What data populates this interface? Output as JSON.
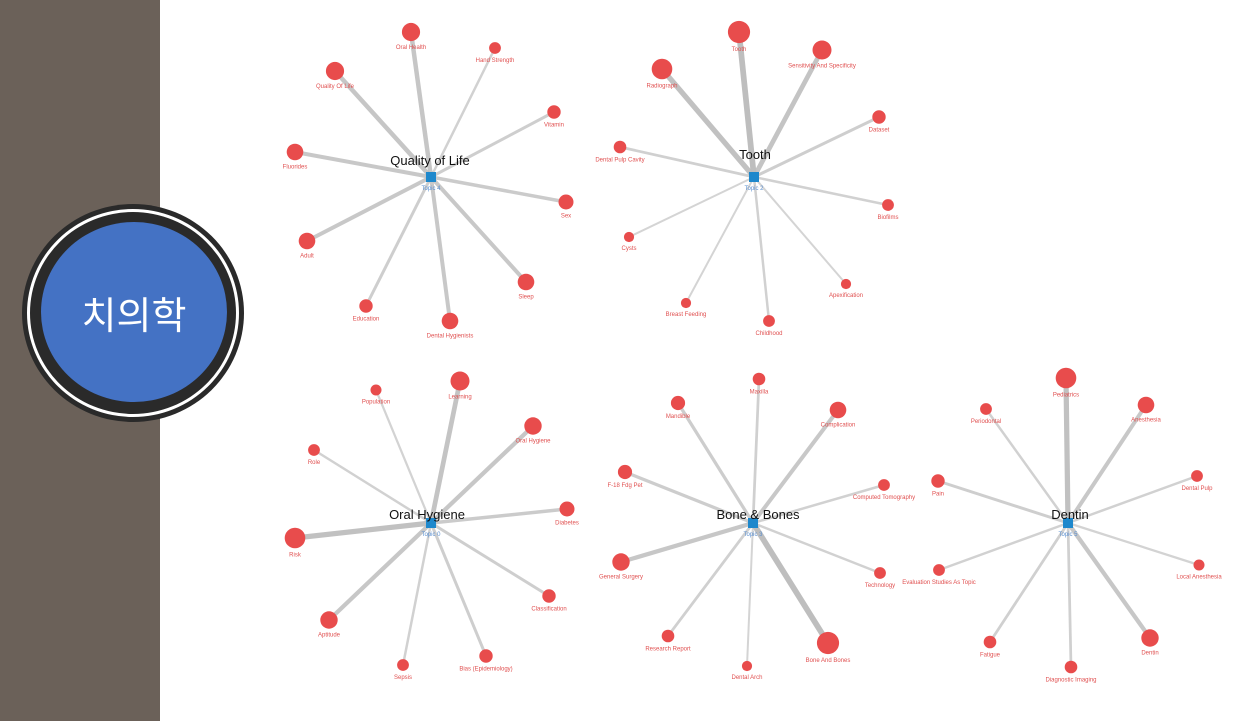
{
  "badge": {
    "label": "치의학"
  },
  "colors": {
    "sidebar": "#6b6159",
    "badge": "#4472c4",
    "node": "#e84c4c",
    "hub": "#1e88cc",
    "edge": "#bdbdbd",
    "node_label": "#e05050",
    "hub_sub": "#5a8fd0"
  },
  "topics": [
    {
      "title": "Quality of Life",
      "subtitle": "Topic 4",
      "terms": [
        {
          "label": "Oral Health",
          "weight": 0.7
        },
        {
          "label": "Hand Strength",
          "weight": 0.3
        },
        {
          "label": "Vitamin",
          "weight": 0.4
        },
        {
          "label": "Sex",
          "weight": 0.5
        },
        {
          "label": "Sleep",
          "weight": 0.6
        },
        {
          "label": "Dental Hygienists",
          "weight": 0.6
        },
        {
          "label": "Education",
          "weight": 0.4
        },
        {
          "label": "Adult",
          "weight": 0.6
        },
        {
          "label": "Fluorides",
          "weight": 0.6
        },
        {
          "label": "Quality Of Life",
          "weight": 0.7
        }
      ]
    },
    {
      "title": "Tooth",
      "subtitle": "Topic 2",
      "terms": [
        {
          "label": "Tooth",
          "weight": 0.95
        },
        {
          "label": "Sensitivity And Specificity",
          "weight": 0.75
        },
        {
          "label": "Dataset",
          "weight": 0.4
        },
        {
          "label": "Biofilms",
          "weight": 0.3
        },
        {
          "label": "Apexification",
          "weight": 0.2
        },
        {
          "label": "Childhood",
          "weight": 0.3
        },
        {
          "label": "Breast Feeding",
          "weight": 0.2
        },
        {
          "label": "Cysts",
          "weight": 0.2
        },
        {
          "label": "Dental Pulp Cavity",
          "weight": 0.35
        },
        {
          "label": "Radiograph",
          "weight": 0.85
        }
      ]
    },
    {
      "title": "Oral Hygiene",
      "subtitle": "Topic 0",
      "terms": [
        {
          "label": "Learning",
          "weight": 0.75
        },
        {
          "label": "Oral Hygiene",
          "weight": 0.65
        },
        {
          "label": "Diabetes",
          "weight": 0.5
        },
        {
          "label": "Classification",
          "weight": 0.4
        },
        {
          "label": "Bias (Epidemiology)",
          "weight": 0.4
        },
        {
          "label": "Sepsis",
          "weight": 0.3
        },
        {
          "label": "Aptitude",
          "weight": 0.65
        },
        {
          "label": "Risk",
          "weight": 0.85
        },
        {
          "label": "Role",
          "weight": 0.3
        },
        {
          "label": "Population",
          "weight": 0.25
        }
      ]
    },
    {
      "title": "Bone & Bones",
      "subtitle": "Topic 3",
      "terms": [
        {
          "label": "Maxilla",
          "weight": 0.35
        },
        {
          "label": "Complication",
          "weight": 0.6
        },
        {
          "label": "Computed Tomography",
          "weight": 0.3
        },
        {
          "label": "Technology",
          "weight": 0.3
        },
        {
          "label": "Bone And Bones",
          "weight": 0.95
        },
        {
          "label": "Dental Arch",
          "weight": 0.2
        },
        {
          "label": "Research Report",
          "weight": 0.35
        },
        {
          "label": "General Surgery",
          "weight": 0.65
        },
        {
          "label": "F-18 Fdg Pet",
          "weight": 0.45
        },
        {
          "label": "Mandible",
          "weight": 0.45
        }
      ]
    },
    {
      "title": "Dentin",
      "subtitle": "Topic 5",
      "terms": [
        {
          "label": "Pediatrics",
          "weight": 0.85
        },
        {
          "label": "Anesthesia",
          "weight": 0.6
        },
        {
          "label": "Dental Pulp",
          "weight": 0.3
        },
        {
          "label": "Local Anesthesia",
          "weight": 0.25
        },
        {
          "label": "Dentin",
          "weight": 0.65
        },
        {
          "label": "Diagnostic Imaging",
          "weight": 0.35
        },
        {
          "label": "Fatigue",
          "weight": 0.35
        },
        {
          "label": "Evaluation Studies As Topic",
          "weight": 0.3
        },
        {
          "label": "Pain",
          "weight": 0.4
        },
        {
          "label": "Periodontal",
          "weight": 0.3
        }
      ]
    }
  ]
}
